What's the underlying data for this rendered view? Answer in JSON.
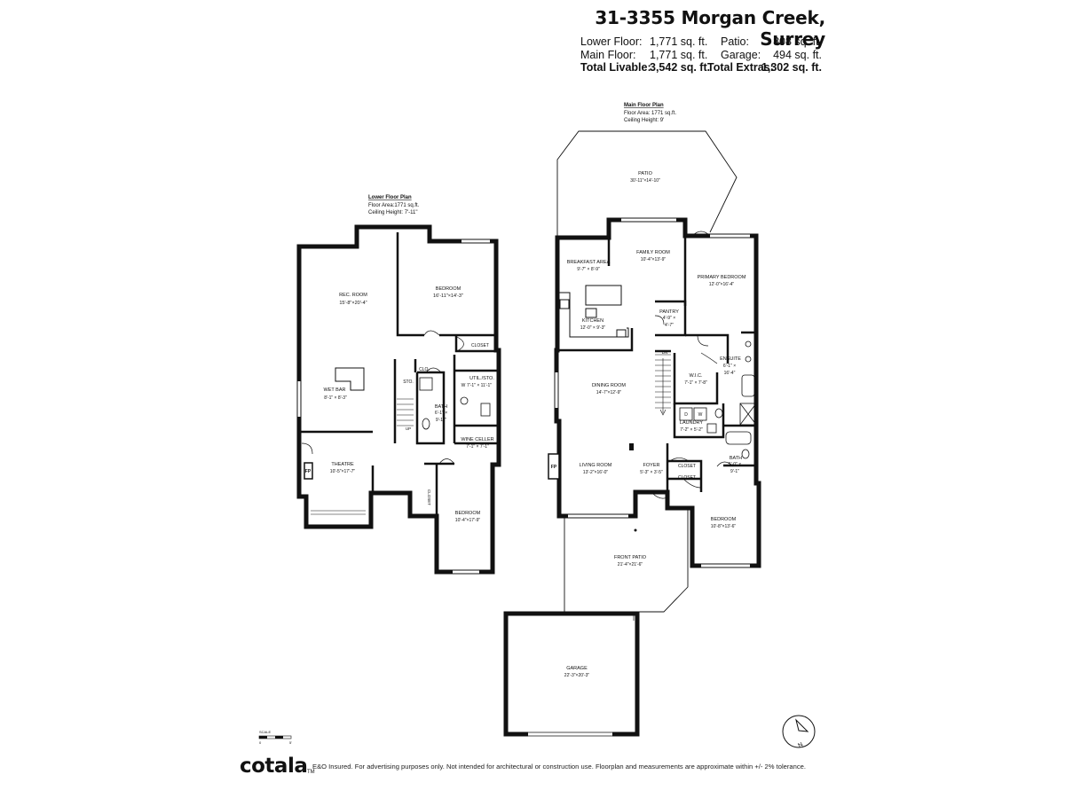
{
  "header": {
    "title": "31-3355 Morgan Creek, Surrey",
    "lower_floor_label": "Lower Floor:",
    "lower_floor_value": "1,771 sq. ft.",
    "main_floor_label": "Main Floor:",
    "main_floor_value": "1,771 sq. ft.",
    "total_livable_label": "Total Livable:",
    "total_livable_value": "3,542 sq. ft.",
    "patio_label": "Patio:",
    "patio_value": "808 sq. ft.",
    "garage_label": "Garage:",
    "garage_value": "494 sq. ft.",
    "total_extras_label": "Total Extras:",
    "total_extras_value": "1,302 sq. ft."
  },
  "lower_plan": {
    "title": "Lower Floor Plan",
    "area": "Floor Area:1771 sq.ft.",
    "ceiling": "Ceiling Height: 7'-11\"",
    "rooms": {
      "rec_room": {
        "name": "REC. ROOM",
        "dim": "15'-8\"×20'-4\""
      },
      "bedroom1": {
        "name": "BEDROOM",
        "dim": "16'-11\"×14'-3\""
      },
      "closet1": {
        "name": "CLOSET"
      },
      "clo": {
        "name": "CLO."
      },
      "sto": {
        "name": "STO."
      },
      "util": {
        "name": "UTIL./STO.",
        "dim": "7'-1\" × 11'-1\""
      },
      "w": {
        "name": "W"
      },
      "wet_bar": {
        "name": "WET BAR",
        "dim": "8'-1\" × 8'-3\""
      },
      "bath": {
        "name": "BATH",
        "dim1": "6'-1\" ×",
        "dim2": "9'-11\""
      },
      "up": {
        "name": "UP"
      },
      "wine": {
        "name": "WINE CELLER",
        "dim": "7'-1\" × 7'-1\""
      },
      "theatre": {
        "name": "THEATRE",
        "dim": "10'-5\"×17'-7\""
      },
      "fp": {
        "name": "FP"
      },
      "closet2": {
        "name": "CLOSET"
      },
      "bedroom2": {
        "name": "BEDROOM",
        "dim": "10'-4\"×17'-9\""
      }
    }
  },
  "main_plan": {
    "title": "Main Floor Plan",
    "area": "Floor Area: 1771 sq.ft.",
    "ceiling": "Ceiling Height: 9'",
    "rooms": {
      "patio": {
        "name": "PATIO",
        "dim": "30'-11\"×14'-10\""
      },
      "breakfast": {
        "name": "BREAKFAST AREA",
        "dim": "9'-7\" × 8'-9\""
      },
      "family": {
        "name": "FAMILY ROOM",
        "dim": "10'-4\"×13'-9\""
      },
      "primary": {
        "name": "PRIMARY BEDROOM",
        "dim": "12'-0\"×16'-4\""
      },
      "pantry": {
        "name": "PANTRY",
        "dim1": "4'-9\" ×",
        "dim2": "4'-7\""
      },
      "kitchen": {
        "name": "KITCHEN",
        "dim": "12'-0\" × 9'-3\""
      },
      "dn": {
        "name": "DN"
      },
      "ensuite": {
        "name": "ENSUITE",
        "dim1": "6'-1\" ×",
        "dim2": "16'-4\""
      },
      "wic": {
        "name": "W.I.C.",
        "dim": "7'-1\" × 7'-8\""
      },
      "dining": {
        "name": "DINING ROOM",
        "dim": "14'-7\"×12'-9\""
      },
      "laundry": {
        "name": "LAUNDRY",
        "dim": "7'-2\" × 5'-2\""
      },
      "d": {
        "name": "D"
      },
      "w": {
        "name": "W"
      },
      "bath": {
        "name": "BATH",
        "dim1": "5'-0\" ×",
        "dim2": "9'-1\""
      },
      "fp": {
        "name": "FP"
      },
      "living": {
        "name": "LIVING ROOM",
        "dim": "13'-2\"×16'-0\""
      },
      "foyer": {
        "name": "FOYER",
        "dim": "5'-3\" × 3'-5\""
      },
      "closet1": {
        "name": "CLOSET"
      },
      "closet2": {
        "name": "CLOSET"
      },
      "bedroom": {
        "name": "BEDROOM",
        "dim": "10'-8\"×13'-6\""
      },
      "front_patio": {
        "name": "FRONT PATIO",
        "dim": "21'-4\"×21'-6\""
      },
      "garage": {
        "name": "GARAGE",
        "dim": "22'-3\"×20'-3\""
      }
    }
  },
  "scale": {
    "label": "SCALE",
    "start": "0",
    "end": "5'"
  },
  "compass": {
    "letter": "N"
  },
  "footer": {
    "brand": "cotala",
    "tm": "TM",
    "disclaimer": "E&O Insured. For advertising purposes only. Not intended for architectural or construction use. Floorplan and measurements are approximate within +/- 2% tolerance."
  }
}
